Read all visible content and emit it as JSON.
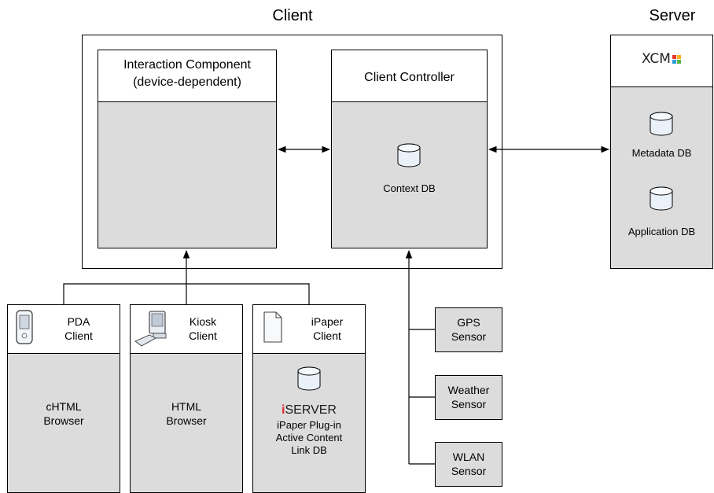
{
  "titles": {
    "client": "Client",
    "server": "Server"
  },
  "interaction": {
    "line1": "Interaction Component",
    "line2": "(device-dependent)"
  },
  "controller": {
    "title": "Client Controller",
    "db": "Context DB"
  },
  "server": {
    "logo": {
      "text": "XCM",
      "colors": [
        "#e8332a",
        "#f7b21b",
        "#2d9bd6",
        "#5cb247"
      ]
    },
    "db1": "Metadata DB",
    "db2": "Application DB"
  },
  "clients": {
    "pda": {
      "line1": "PDA",
      "line2": "Client",
      "body1": "cHTML",
      "body2": "Browser"
    },
    "kiosk": {
      "line1": "Kiosk",
      "line2": "Client",
      "body1": "HTML",
      "body2": "Browser"
    },
    "ipaper": {
      "line1": "iPaper",
      "line2": "Client",
      "brand_i": "i",
      "brand_rest": "SERVER",
      "body1": "iPaper Plug-in",
      "body2": "Active Content",
      "body3": "Link DB"
    }
  },
  "sensors": [
    {
      "line1": "GPS",
      "line2": "Sensor"
    },
    {
      "line1": "Weather",
      "line2": "Sensor"
    },
    {
      "line1": "WLAN",
      "line2": "Sensor"
    }
  ],
  "colors": {
    "panel": "#dcdcdc",
    "accent": "#e3262c",
    "db_fill": "#eaf1f8"
  }
}
